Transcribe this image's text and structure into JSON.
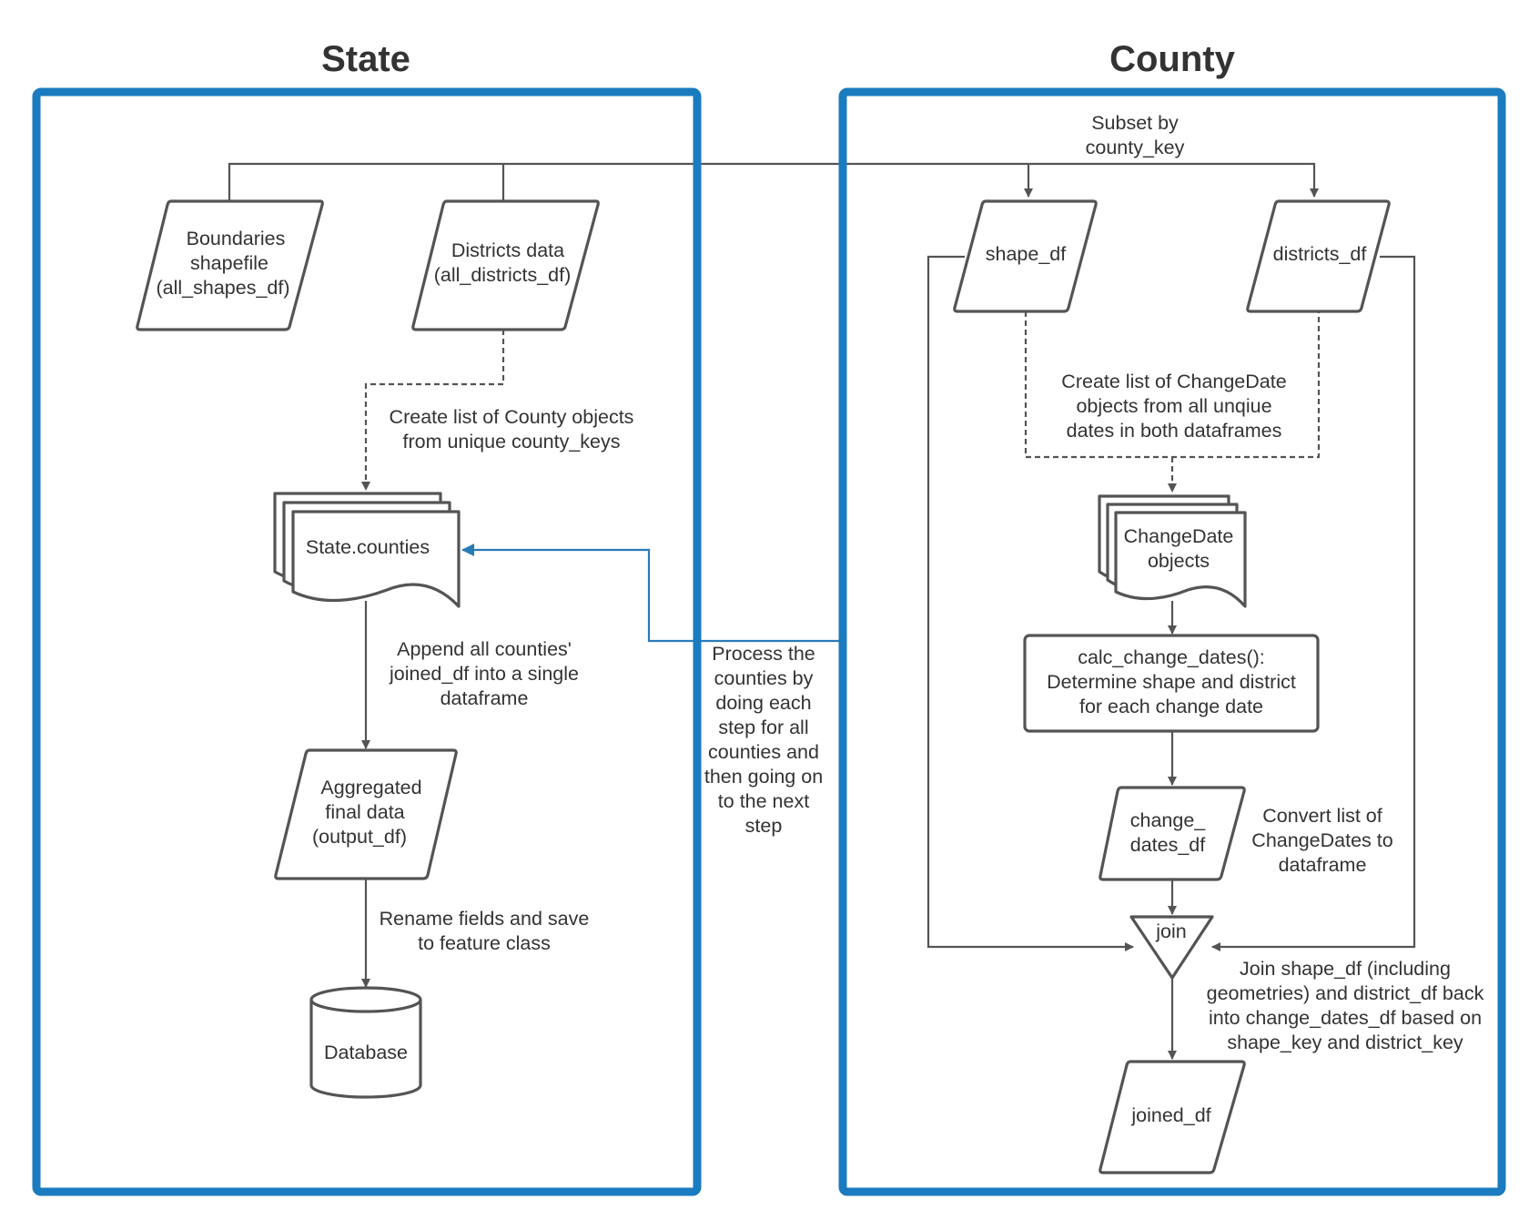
{
  "panels": {
    "state_title": "State",
    "county_title": "County",
    "border_color": "#1a7bbf"
  },
  "nodes": {
    "boundaries": [
      "Boundaries",
      "shapefile",
      "(all_shapes_df)"
    ],
    "districts_data": [
      "Districts data",
      "(all_districts_df)"
    ],
    "state_counties": [
      "State.counties"
    ],
    "aggregated": [
      "Aggregated",
      "final data",
      "(output_df)"
    ],
    "database": [
      "Database"
    ],
    "shape_df": [
      "shape_df"
    ],
    "districts_df": [
      "districts_df"
    ],
    "changedate_objects": [
      "ChangeDate",
      "objects"
    ],
    "calc_change_dates": [
      "calc_change_dates():",
      "Determine shape and district",
      "for each change date"
    ],
    "change_dates_df": [
      "change_",
      "dates_df"
    ],
    "join": [
      "join"
    ],
    "joined_df": [
      "joined_df"
    ]
  },
  "edge_labels": {
    "subset": [
      "Subset by",
      "county_key"
    ],
    "create_counties": [
      "Create list of County objects",
      "from unique county_keys"
    ],
    "append": [
      "Append all counties'",
      "joined_df into a single",
      "dataframe"
    ],
    "rename": [
      "Rename fields and save",
      "to feature class"
    ],
    "process": [
      "Process the",
      "counties by",
      "doing each",
      "step for all",
      "counties and",
      "then going on",
      "to the next",
      "step"
    ],
    "create_changedates": [
      "Create list of ChangeDate",
      "objects from all unqiue",
      "dates in both dataframes"
    ],
    "convert": [
      "Convert list of",
      "ChangeDates to",
      "dataframe"
    ],
    "join_desc": [
      "Join shape_df (including",
      "geometries) and district_df back",
      "into change_dates_df based on",
      "shape_key and district_key"
    ]
  },
  "colors": {
    "accent_blue": "#1a7bbf",
    "line": "#545454",
    "text": "#333333"
  }
}
